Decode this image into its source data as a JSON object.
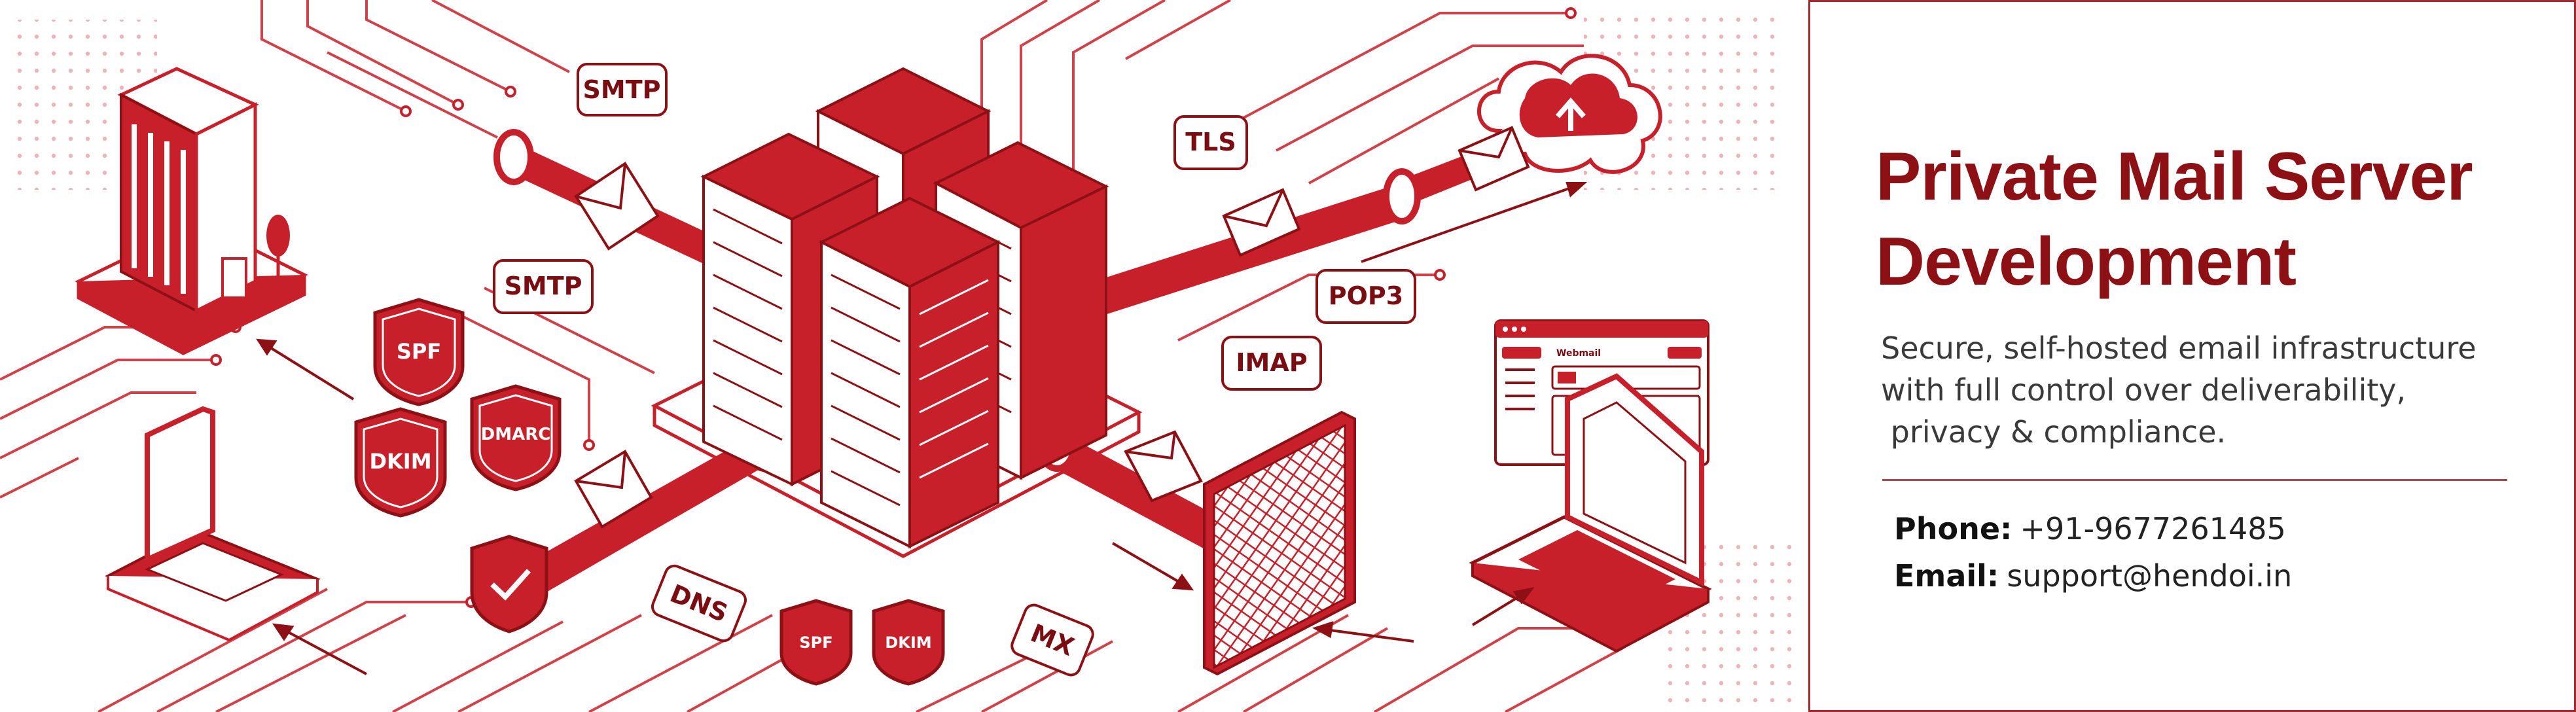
{
  "info_panel": {
    "title_lines": [
      "Private Mail Server",
      "Development"
    ],
    "description_lines": [
      "Secure, self-hosted email infrastructure",
      "with full control over deliverability,",
      " privacy & compliance."
    ],
    "phone_label": "Phone:",
    "phone_value": "+91-9677261485",
    "email_label": "Email:",
    "email_value": "support@hendoi.in"
  },
  "illustration": {
    "protocol_tags": {
      "smtp_top": "SMTP",
      "smtp_left": "SMTP",
      "tls": "TLS",
      "pop3": "POP3",
      "imap": "IMAP",
      "dns": "DNS",
      "mx": "MX"
    },
    "security_badges": {
      "spf_main": "SPF",
      "dkim_main": "DKIM",
      "dmarc": "DMARC",
      "spf_bottom": "SPF",
      "dkim_bottom": "DKIM"
    },
    "webmail_window_title": "Webmail",
    "icons": [
      "office-building-icon",
      "tablet-icon",
      "server-rack-icon",
      "cloud-upload-icon",
      "envelope-icon",
      "firewall-icon",
      "laptop-icon",
      "webmail-window-icon",
      "checkmark-shield-icon",
      "tree-icon"
    ]
  },
  "colors": {
    "brand_red": "#c8202a",
    "dark_red": "#8c1014",
    "outline_red": "#a8282d",
    "text_dark": "#222222"
  }
}
